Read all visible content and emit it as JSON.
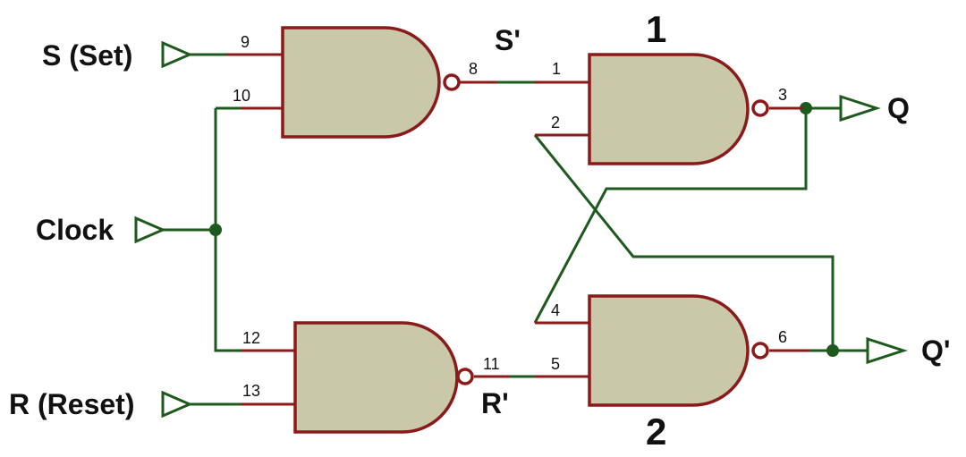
{
  "inputs": {
    "set": "S (Set)",
    "clock": "Clock",
    "reset": "R (Reset)"
  },
  "outputs": {
    "q": "Q",
    "q_bar": "Q'"
  },
  "signals": {
    "s_bar": "S'",
    "r_bar": "R'"
  },
  "gate_labels": {
    "gate1": "1",
    "gate2": "2"
  },
  "pins": {
    "p9": "9",
    "p10": "10",
    "p8": "8",
    "p1": "1",
    "p2": "2",
    "p3": "3",
    "p12": "12",
    "p13": "13",
    "p11": "11",
    "p4": "4",
    "p5": "5",
    "p6": "6"
  },
  "colors": {
    "wire": "#1e5a1e",
    "pin_wire": "#8b1a1a",
    "gate_fill": "#c9c8a8",
    "gate_stroke": "#8b1a1a"
  }
}
